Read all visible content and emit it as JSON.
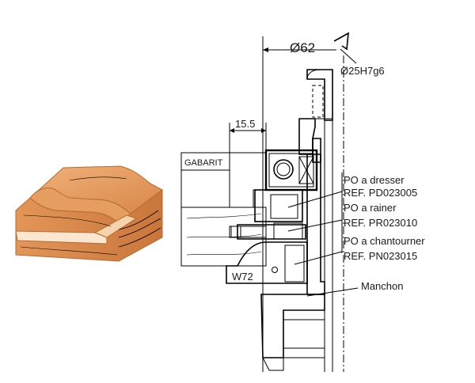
{
  "dimensions": {
    "cutter_diameter": "Ø62",
    "bore": "Ø25H7g6",
    "offset": "15.5"
  },
  "labels": {
    "gabarit": "GABARIT",
    "w72": "W72",
    "sleeve": "Manchon"
  },
  "parts": [
    {
      "name": "PO a dresser",
      "ref": "REF. PD023005"
    },
    {
      "name": "PO a rainer",
      "ref": "REF. PR023010"
    },
    {
      "name": "PO a chantourner",
      "ref": "REF. PN023015"
    }
  ],
  "colors": {
    "wood_light": "#e9a36a",
    "wood_mid": "#d98a4c",
    "wood_dark": "#c06a2e",
    "block_gray": "#9b9b9b",
    "cutter_gray": "#c8c8c8",
    "template_gray": "#d8d8d8",
    "board": "#e7c79a"
  }
}
